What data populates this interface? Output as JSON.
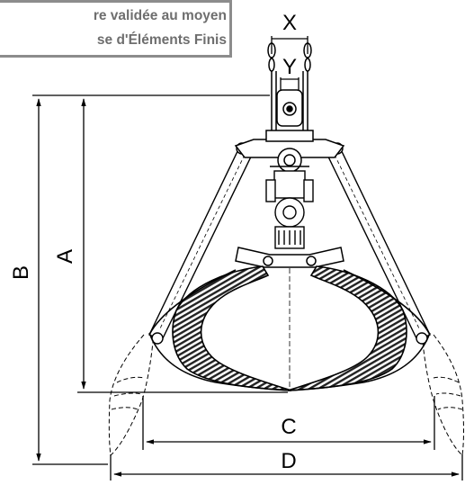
{
  "note": {
    "line1": "re validée au moyen",
    "line2": "se d'Éléments Finis"
  },
  "dimensions": {
    "x": "X",
    "y": "Y",
    "a": "A",
    "b": "B",
    "c": "C",
    "d": "D"
  },
  "colors": {
    "note_border": "#8c8c8c",
    "note_text": "#6e6e6e",
    "line": "#000000"
  }
}
